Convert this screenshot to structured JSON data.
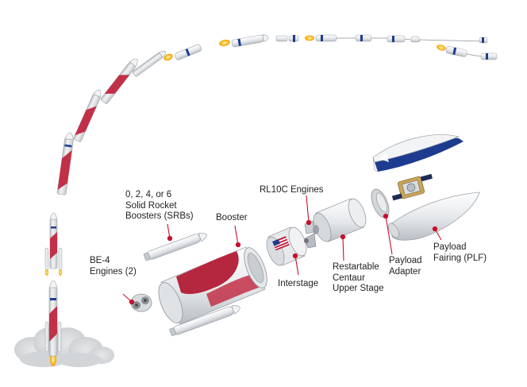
{
  "labels": {
    "srbs": [
      "0, 2, 4, or 6",
      "Solid Rocket",
      "Boosters (SRBs)"
    ],
    "booster": [
      "Booster"
    ],
    "be4": [
      "BE-4",
      "Engines (2)"
    ],
    "rl10c": [
      "RL10C Engines"
    ],
    "interstage": [
      "Interstage"
    ],
    "centaur": [
      "Restartable",
      "Centaur",
      "Upper Stage"
    ],
    "payload_adapter": [
      "Payload",
      "Adapter"
    ],
    "payload_fairing": [
      "Payload",
      "Fairing (PLF)"
    ]
  },
  "colors": {
    "leader_red": "#c8102e",
    "booster_red": "#b5263f",
    "booster_dark": "#7d1a2c",
    "fairing_blue": "#1d3c8f",
    "body_white": "#eef0f2",
    "body_shade": "#c7cbd0",
    "flame": "#f5b81c",
    "smoke": "#d7d9dc"
  },
  "icons": {
    "flag": "us-flag-icon"
  }
}
